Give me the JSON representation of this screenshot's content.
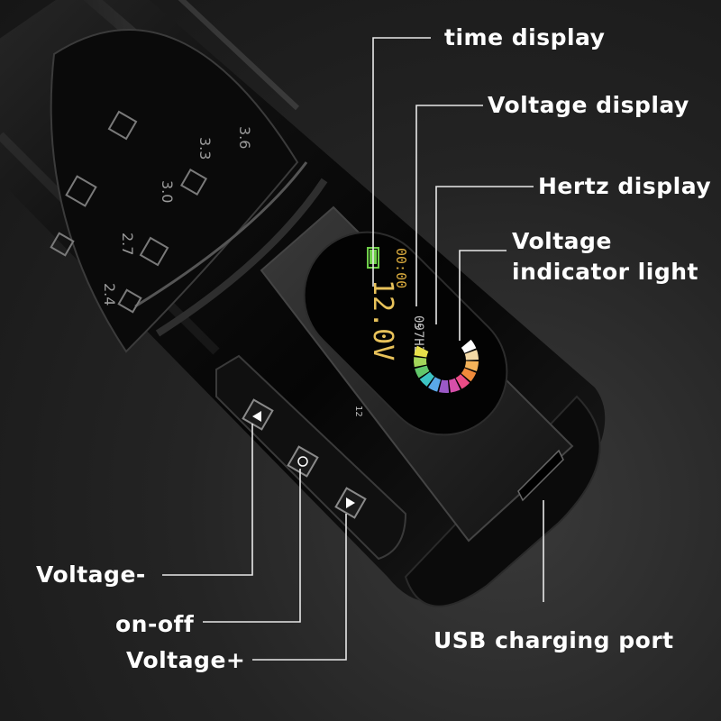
{
  "labels": {
    "time_display": "time display",
    "voltage_display": "Voltage display",
    "hertz_display": "Hertz display",
    "voltage_indicator_line1": "Voltage",
    "voltage_indicator_line2": "indicator light",
    "voltage_minus": "Voltage-",
    "on_off": "on-off",
    "voltage_plus": "Voltage+",
    "usb_port": "USB charging port"
  },
  "screen": {
    "time": "00:00",
    "voltage": "12.0V",
    "hertz": "097HZ",
    "scale_min": "12",
    "scale_max": "5"
  },
  "dial": {
    "marks": [
      "3.6",
      "3.3",
      "3.0",
      "2.7",
      "2.4"
    ]
  },
  "indicator_colors": [
    "#ffffff",
    "#f2d9a6",
    "#f4b35a",
    "#f08a3a",
    "#ea4b86",
    "#d64fa9",
    "#9b59c7",
    "#5aa8e8",
    "#3cc4c4",
    "#62c76b",
    "#a4d65a",
    "#e8e04a"
  ]
}
